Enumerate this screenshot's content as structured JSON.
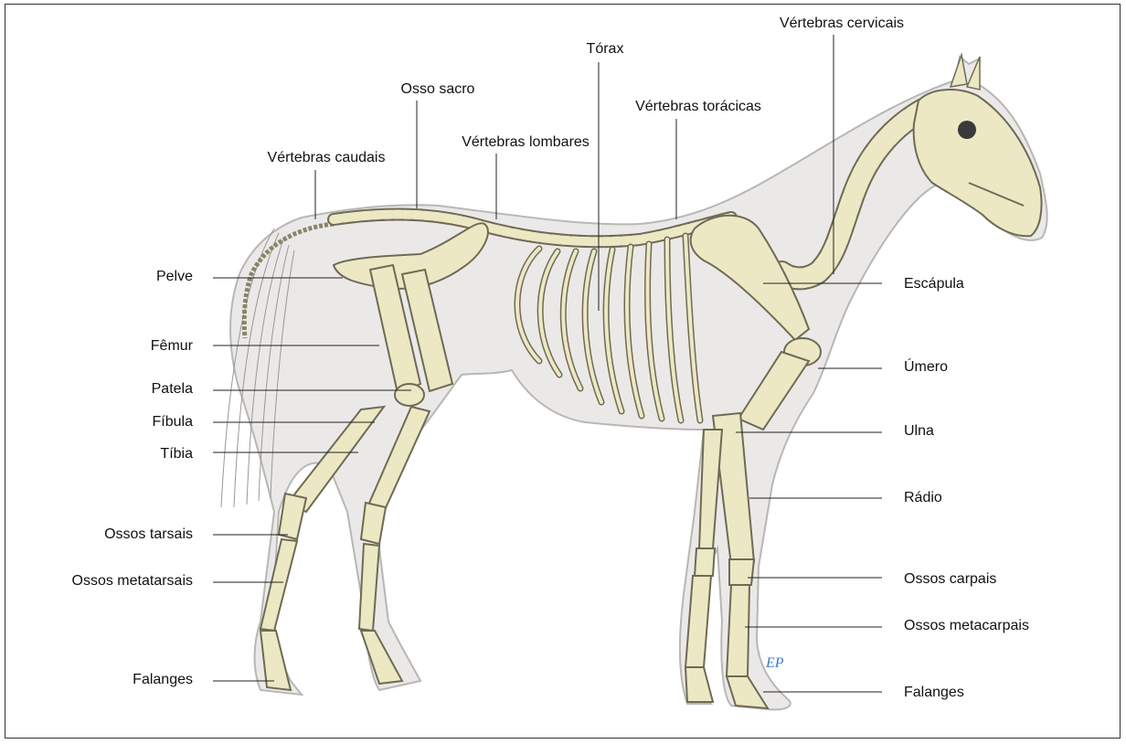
{
  "colors": {
    "silhouette_fill": "#ebe9e8",
    "silhouette_stroke": "#b9b7b4",
    "bone_fill": "#ece8c4",
    "bone_stroke": "#6f6a55",
    "leader_line": "#222222",
    "signature": "#3a7bbf"
  },
  "labels": {
    "vertebras_cervicais": "Vértebras cervicais",
    "torax": "Tórax",
    "osso_sacro": "Osso sacro",
    "vertebras_toracicas": "Vértebras torácicas",
    "vertebras_lombares": "Vértebras lombares",
    "vertebras_caudais": "Vértebras caudais",
    "pelve": "Pelve",
    "femur": "Fêmur",
    "patela": "Patela",
    "fibula": "Fíbula",
    "tibia": "Tíbia",
    "ossos_tarsais": "Ossos tarsais",
    "ossos_metatarsais": "Ossos metatarsais",
    "falanges_posterior": "Falanges",
    "escapula": "Escápula",
    "umero": "Úmero",
    "ulna": "Ulna",
    "radio": "Rádio",
    "ossos_carpais": "Ossos carpais",
    "ossos_metacarpais": "Ossos metacarpais",
    "falanges_anterior": "Falanges"
  },
  "signature": "EP"
}
